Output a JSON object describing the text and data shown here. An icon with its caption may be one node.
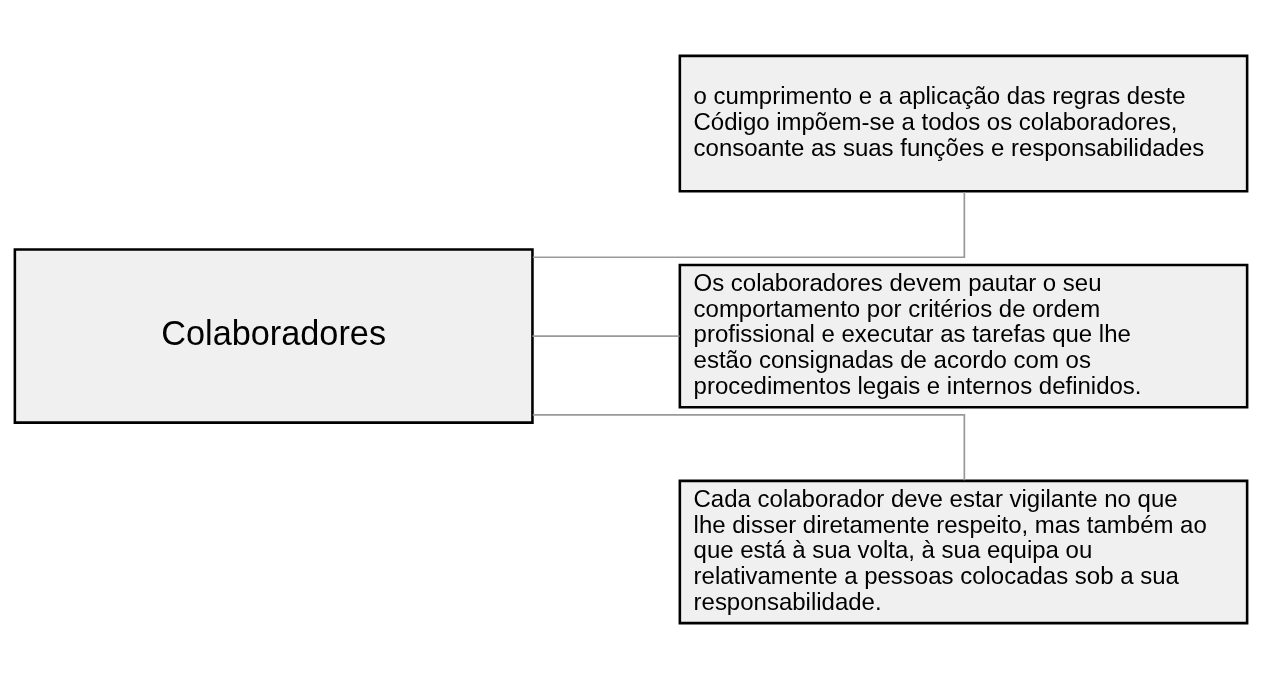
{
  "diagram": {
    "nodes": [
      {
        "text": [
          "Colaboradores"
        ]
      },
      {
        "text": [
          "o cumprimento e a aplicação das regras deste Código impõem-se a todos os colaboradores, consoante as suas funções e responsabilidades"
        ]
      },
      {
        "text": [
          "Os colaboradores devem pautar o seu comportamento por critérios de ordem profissional e executar as tarefas que lhe estão consignadas de acordo com os procedimentos legais e internos definidos."
        ]
      },
      {
        "text": [
          "Cada colaborador deve estar vigilante no que lhe disser diretamente respeito, mas também ao que está à sua volta, à sua equipa ou relativamente a pessoas colocadas sob a sua responsabilidade."
        ]
      }
    ],
    "edges": [
      {
        "from": 0,
        "to": 1,
        "arrow": "none"
      },
      {
        "from": 0,
        "to": 2,
        "arrow": "none"
      },
      {
        "from": 0,
        "to": 3,
        "arrow": "none"
      }
    ]
  }
}
